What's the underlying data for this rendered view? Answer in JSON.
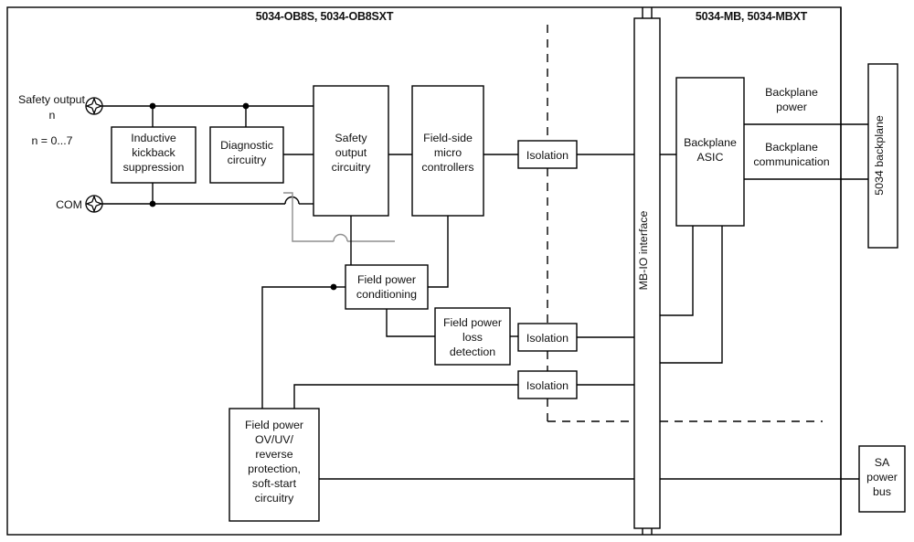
{
  "diagram": {
    "type": "block-diagram",
    "titles": {
      "left_module": "5034-OB8S, 5034-OB8SXT",
      "right_module": "5034-MB, 5034-MBXT"
    },
    "terminals": [
      {
        "id": "safety-output",
        "label_line1": "Safety output",
        "label_line2": "n",
        "label_line3": "n = 0...7",
        "icon": "screw-terminal-icon"
      },
      {
        "id": "com",
        "label_line1": "COM",
        "icon": "screw-terminal-icon"
      }
    ],
    "blocks": {
      "inductive_kickback": {
        "lines": [
          "Inductive",
          "kickback",
          "suppression"
        ]
      },
      "diagnostic": {
        "lines": [
          "Diagnostic",
          "circuitry"
        ]
      },
      "safety_output": {
        "lines": [
          "Safety",
          "output",
          "circuitry"
        ]
      },
      "field_side_micro": {
        "lines": [
          "Field-side",
          "micro",
          "controllers"
        ]
      },
      "isolation_1": {
        "lines": [
          "Isolation"
        ]
      },
      "isolation_2": {
        "lines": [
          "Isolation"
        ]
      },
      "isolation_3": {
        "lines": [
          "Isolation"
        ]
      },
      "field_power_conditioning": {
        "lines": [
          "Field power",
          "conditioning"
        ]
      },
      "field_power_loss": {
        "lines": [
          "Field power",
          "loss",
          "detection"
        ]
      },
      "field_power_protection": {
        "lines": [
          "Field power",
          "OV/UV/",
          "reverse",
          "protection,",
          "soft-start",
          "circuitry"
        ]
      },
      "mb_io_interface": {
        "lines": [
          "MB-IO interface"
        ],
        "orientation": "vertical"
      },
      "backplane_asic": {
        "lines": [
          "Backplane",
          "ASIC"
        ]
      },
      "backplane_5034": {
        "lines": [
          "5034 backplane"
        ],
        "orientation": "vertical"
      },
      "sa_power_bus": {
        "lines": [
          "SA",
          "power",
          "bus"
        ]
      }
    },
    "wire_labels": {
      "backplane_power": {
        "lines": [
          "Backplane",
          "power"
        ]
      },
      "backplane_communication": {
        "lines": [
          "Backplane",
          "communication"
        ]
      }
    },
    "colors": {
      "line": "#000000",
      "line_secondary": "#8f8f8f",
      "background": "#ffffff",
      "text": "#111111"
    }
  }
}
